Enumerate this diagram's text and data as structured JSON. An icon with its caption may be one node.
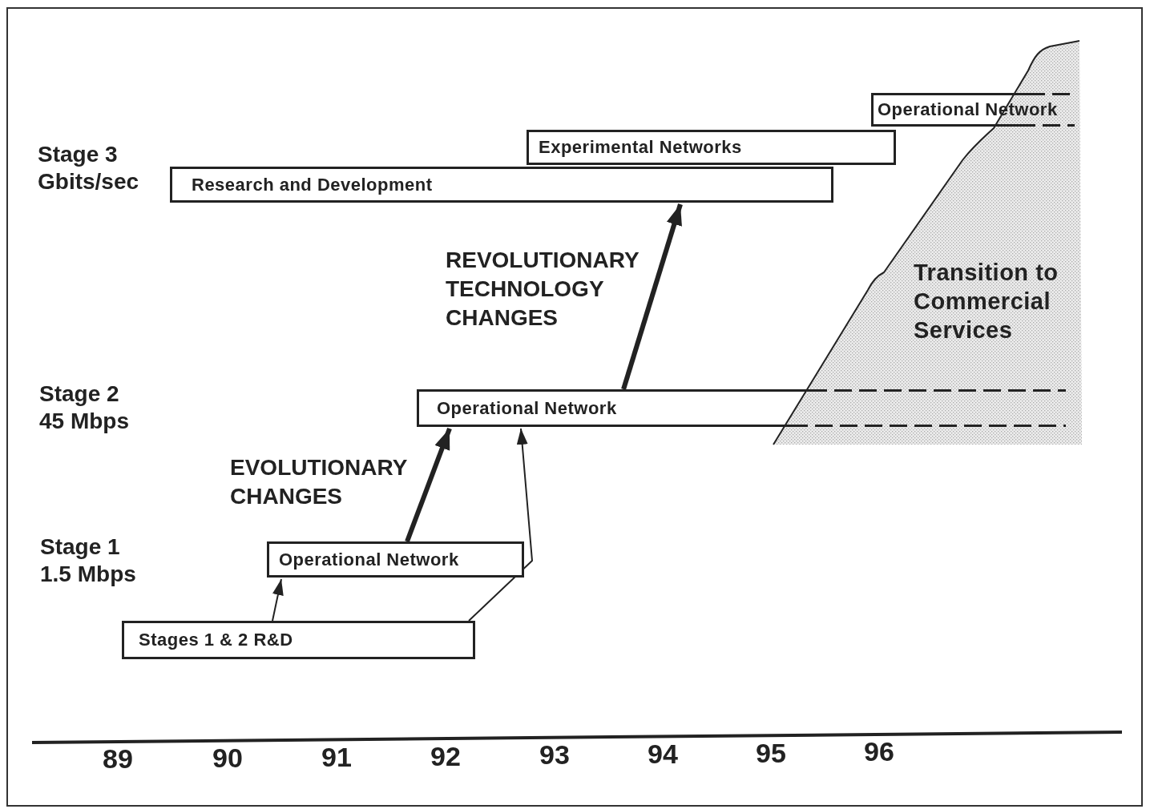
{
  "diagram": {
    "nodes": [
      {
        "text": [
          "Stages 1 & 2 R&D"
        ]
      },
      {
        "text": [
          "Operational Network"
        ]
      },
      {
        "text": [
          "Operational Network"
        ]
      },
      {
        "text": [
          "Research and Development"
        ]
      },
      {
        "text": [
          "Experimental Networks"
        ]
      },
      {
        "text": [
          "Operational Network"
        ]
      },
      {
        "text": [
          "Transition to Commercial Services"
        ]
      }
    ],
    "edges": [
      {
        "from": 0,
        "to": 1,
        "arrow": "to"
      },
      {
        "from": 0,
        "to": 2,
        "arrow": "to"
      },
      {
        "from": 1,
        "to": 2,
        "arrow": "to",
        "style": "thick"
      },
      {
        "from": 2,
        "to": 3,
        "arrow": "to",
        "style": "thick"
      }
    ],
    "labels": [
      "Stage 3 Gbits/sec",
      "REVOLUTIONARY TECHNOLOGY CHANGES",
      "Stage 2 45 Mbps",
      "EVOLUTIONARY CHANGES",
      "Stage 1 1.5 Mbps",
      "89",
      "90",
      "91",
      "92",
      "93",
      "94",
      "95",
      "96"
    ]
  }
}
